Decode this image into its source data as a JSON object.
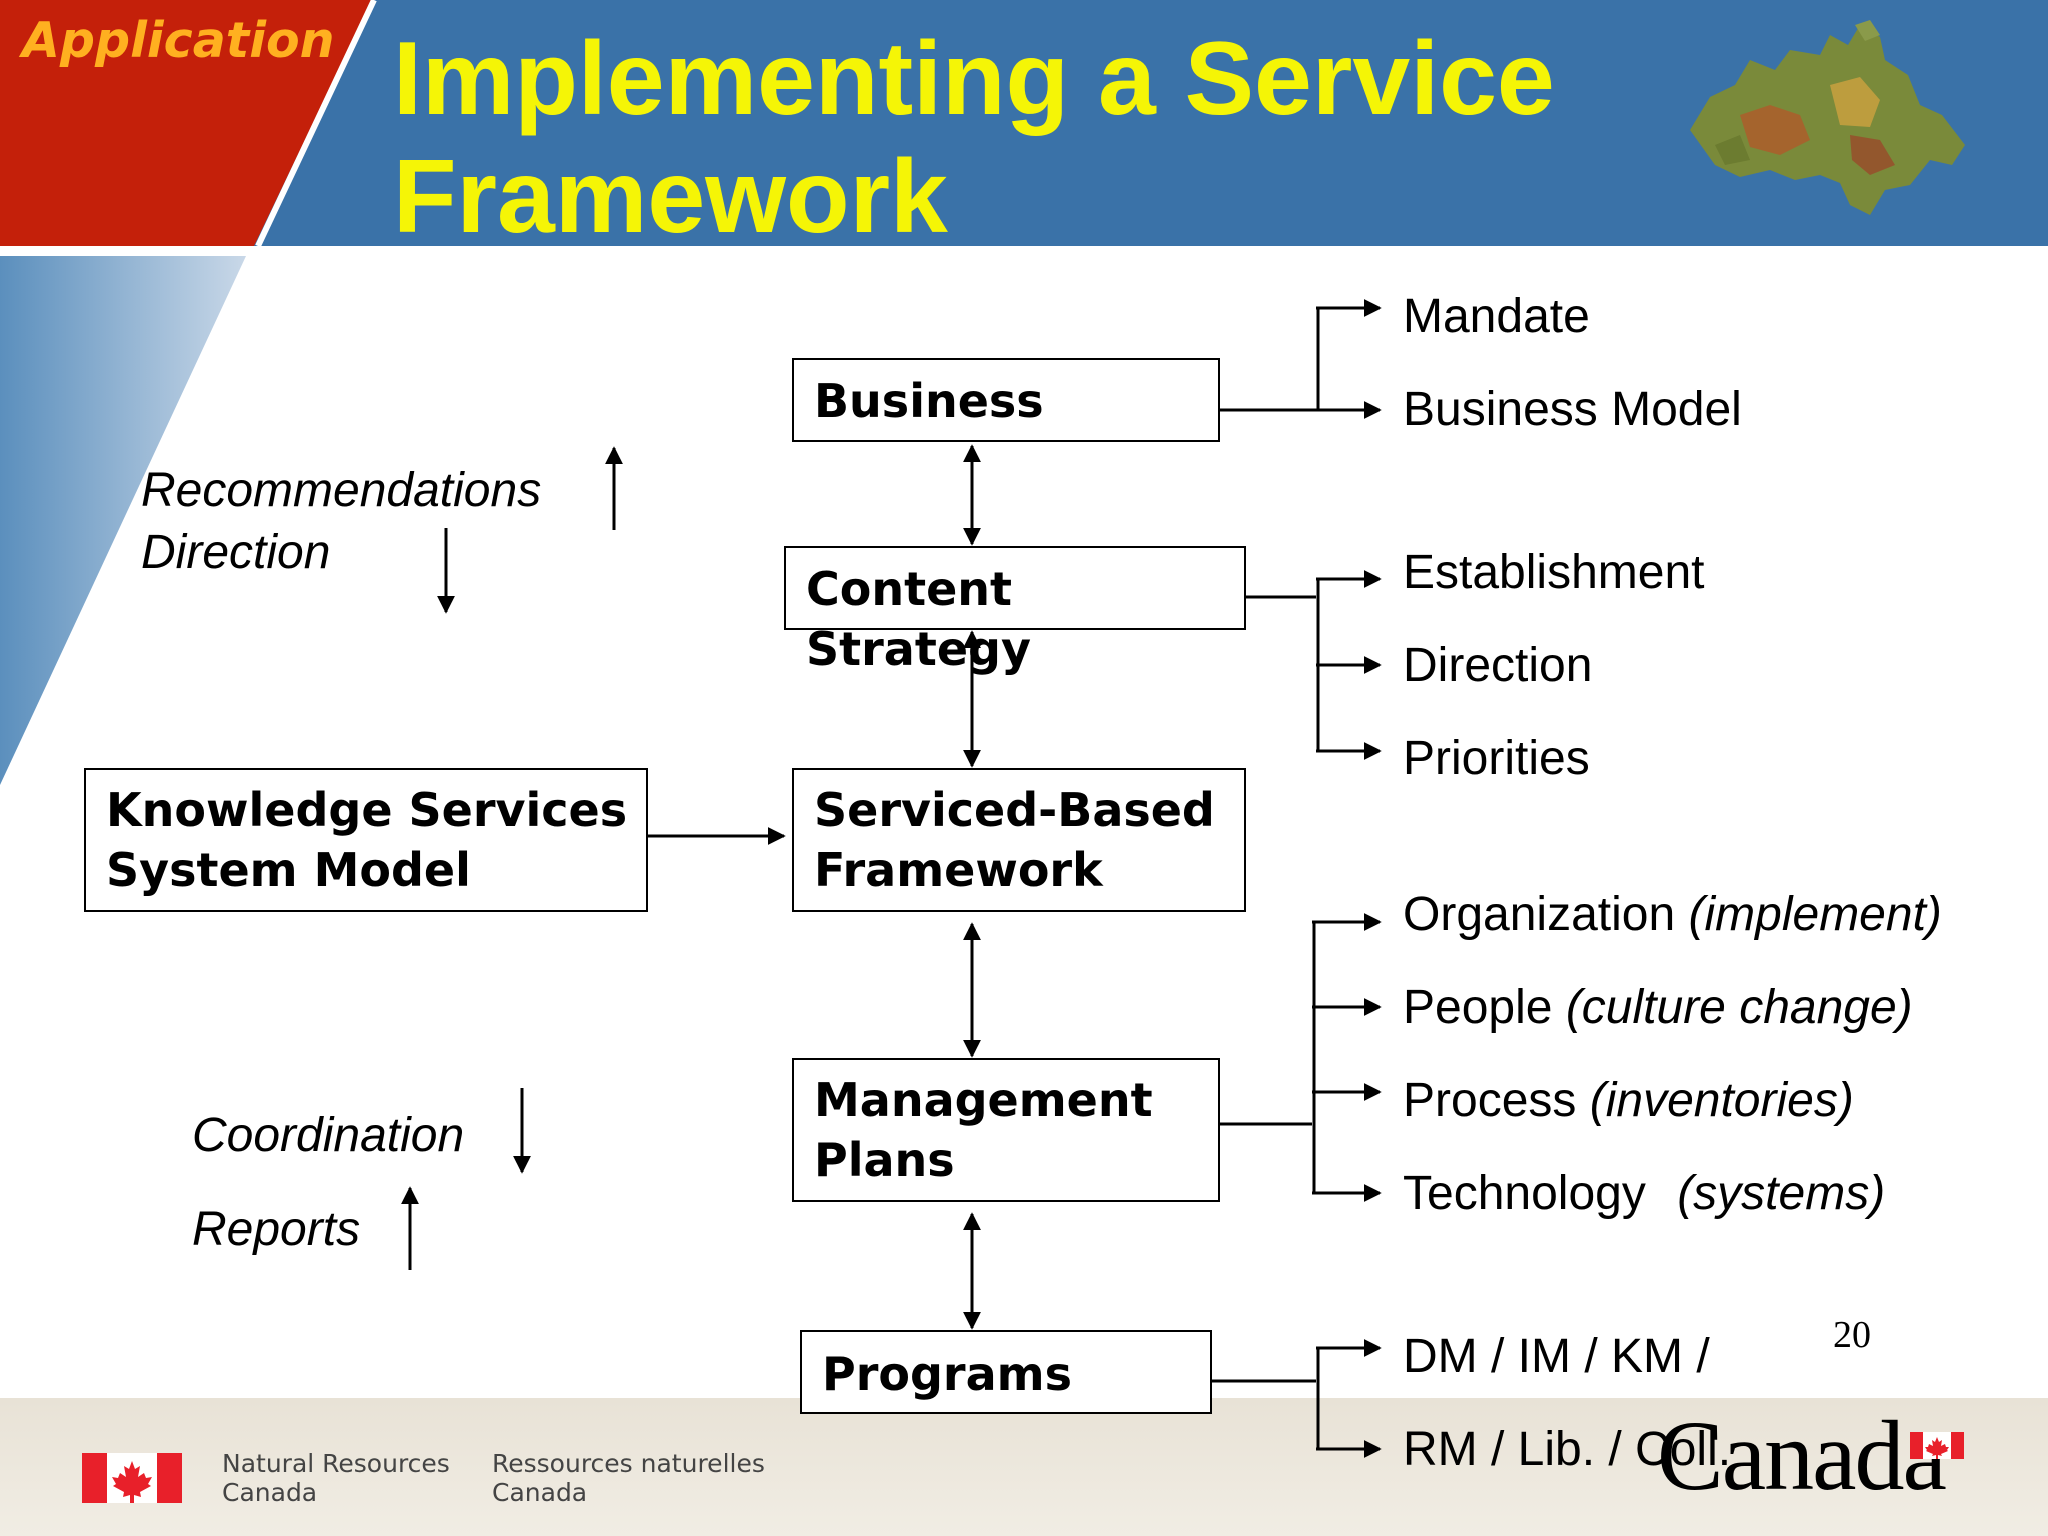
{
  "header": {
    "section_label": "Application",
    "title_line1": "Implementing a Service",
    "title_line2": "Framework"
  },
  "boxes": {
    "business": "Business",
    "content_strategy": "Content Strategy",
    "serviced_based_l1": "Serviced-Based",
    "serviced_based_l2": "Framework",
    "management_l1": "Management",
    "management_l2": "Plans",
    "programs": "Programs",
    "knowledge_l1": "Knowledge Services",
    "knowledge_l2": "System Model"
  },
  "side_labels": {
    "recommendations": "Recommendations",
    "direction": "Direction",
    "coordination": "Coordination",
    "reports": "Reports"
  },
  "business_branches": [
    "Mandate",
    "Business Model"
  ],
  "content_branches": [
    "Establishment",
    "Direction",
    "Priorities"
  ],
  "management_branches": [
    {
      "text": "Organization",
      "note": "(implement)"
    },
    {
      "text": "People",
      "note": "(culture change)"
    },
    {
      "text": "Process",
      "note": "(inventories)"
    },
    {
      "text": "Technology",
      "note": "(systems)"
    }
  ],
  "program_branches": [
    "DM / IM / KM /",
    "RM / Lib. / Coll."
  ],
  "page_number": "20",
  "footer": {
    "dept_en_l1": "Natural Resources",
    "dept_en_l2": "Canada",
    "dept_fr_l1": "Ressources naturelles",
    "dept_fr_l2": "Canada",
    "wordmark": "Canada"
  },
  "colors": {
    "header_blue": "#3a72a8",
    "header_red": "#c4200a",
    "title_yellow": "#f5f506",
    "section_orange": "#ffb020",
    "footer_beige": "#ece7dc",
    "flag_red": "#e8202a"
  },
  "icons": [
    "canada-map-icon",
    "canada-flag-icon",
    "wordmark-flag-icon"
  ]
}
